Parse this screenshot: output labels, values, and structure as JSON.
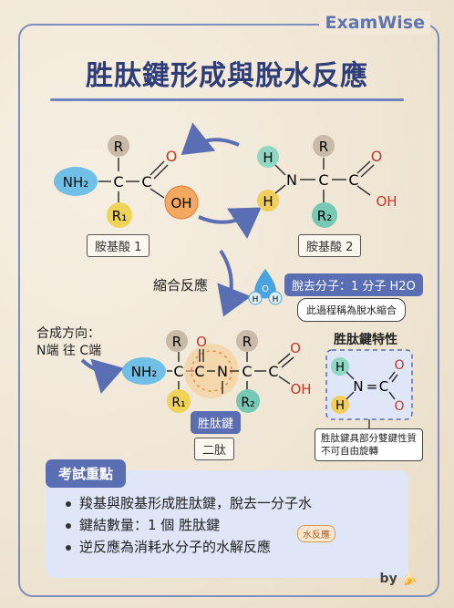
{
  "brand": "ExamWise",
  "title": "胜肽鍵形成與脫水反應",
  "molecule1": {
    "name": "胺基酸 1",
    "nh2": "NH₂",
    "c": "C",
    "r": "R",
    "r1": "R₁",
    "o": "O",
    "oh": "OH"
  },
  "molecule2": {
    "name": "胺基酸 2",
    "h": "H",
    "n": "N",
    "c": "C",
    "r": "R",
    "r2": "R₂",
    "o": "O",
    "oh": "OH"
  },
  "reaction": {
    "label": "縮合反應",
    "removed": "脫去分子：1 分子 H2O",
    "removed_note": "此過程稱為脫水縮合",
    "water_h": "H",
    "water_o": "O"
  },
  "direction": {
    "line1": "合成方向：",
    "line2": "N端 往 C端"
  },
  "product": {
    "nh2": "NH₂",
    "c": "C",
    "n": "N",
    "r": "R",
    "r1": "R₁",
    "r2": "R₂",
    "o": "O",
    "oh": "OH",
    "bond_label": "胜肽鍵",
    "name": "二肽"
  },
  "properties": {
    "title": "胜肽鍵特性",
    "h": "H",
    "n": "N",
    "c": "C",
    "o": "O",
    "note_line1": "胜肽鍵具部分雙鍵性質",
    "note_line2": "不可自由旋轉"
  },
  "exam": {
    "heading": "考試重點",
    "points": [
      "羧基與胺基形成胜肽鍵，脫去一分子水",
      "鍵結數量：1 個 胜肽鍵",
      "逆反應為消耗水分子的水解反應"
    ],
    "tag": "水反應"
  },
  "byline": "by 🍌",
  "colors": {
    "accent": "#5a6fb3",
    "nh2": "#6fbfe6",
    "oh": "#f4a95e",
    "r_gray": "#c9bba7",
    "r1_yellow": "#f1d35a",
    "r2_teal": "#76c9b4",
    "h_teal": "#8fd8c4",
    "h_yellow": "#f1cf5a"
  }
}
